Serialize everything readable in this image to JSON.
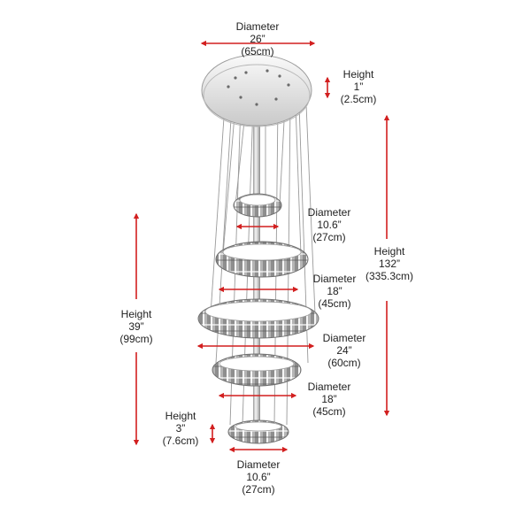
{
  "colors": {
    "arrow": "#d21f1f",
    "text": "#222222",
    "chrome_light": "#f2f2f2",
    "chrome_dark": "#8a8a8a",
    "crystal_light": "#eeeeee",
    "crystal_dark": "#6f6f6f",
    "wire": "#9a9a9a"
  },
  "icons": {
    "arrow": "double-headed-arrow-icon",
    "canopy": "chrome-canopy",
    "ring": "crystal-ring"
  },
  "dimensions": {
    "canopy_diameter": {
      "title": "Diameter",
      "imperial": "26”",
      "metric": "(65cm)"
    },
    "canopy_height": {
      "title": "Height",
      "imperial": "1”",
      "metric": "(2.5cm)"
    },
    "ring1_diameter": {
      "title": "Diameter",
      "imperial": "10.6”",
      "metric": "(27cm)"
    },
    "ring2_diameter": {
      "title": "Diameter",
      "imperial": "18”",
      "metric": "(45cm)"
    },
    "ring3_diameter": {
      "title": "Diameter",
      "imperial": "24”",
      "metric": "(60cm)"
    },
    "ring4_diameter": {
      "title": "Diameter",
      "imperial": "18”",
      "metric": "(45cm)"
    },
    "ring5_diameter": {
      "title": "Diameter",
      "imperial": "10.6”",
      "metric": "(27cm)"
    },
    "overall_height": {
      "title": "Height",
      "imperial": "132”",
      "metric": "(335.3cm)"
    },
    "body_height": {
      "title": "Height",
      "imperial": "39”",
      "metric": "(99cm)"
    },
    "ring_height": {
      "title": "Height",
      "imperial": "3”",
      "metric": "(7.6cm)"
    }
  }
}
